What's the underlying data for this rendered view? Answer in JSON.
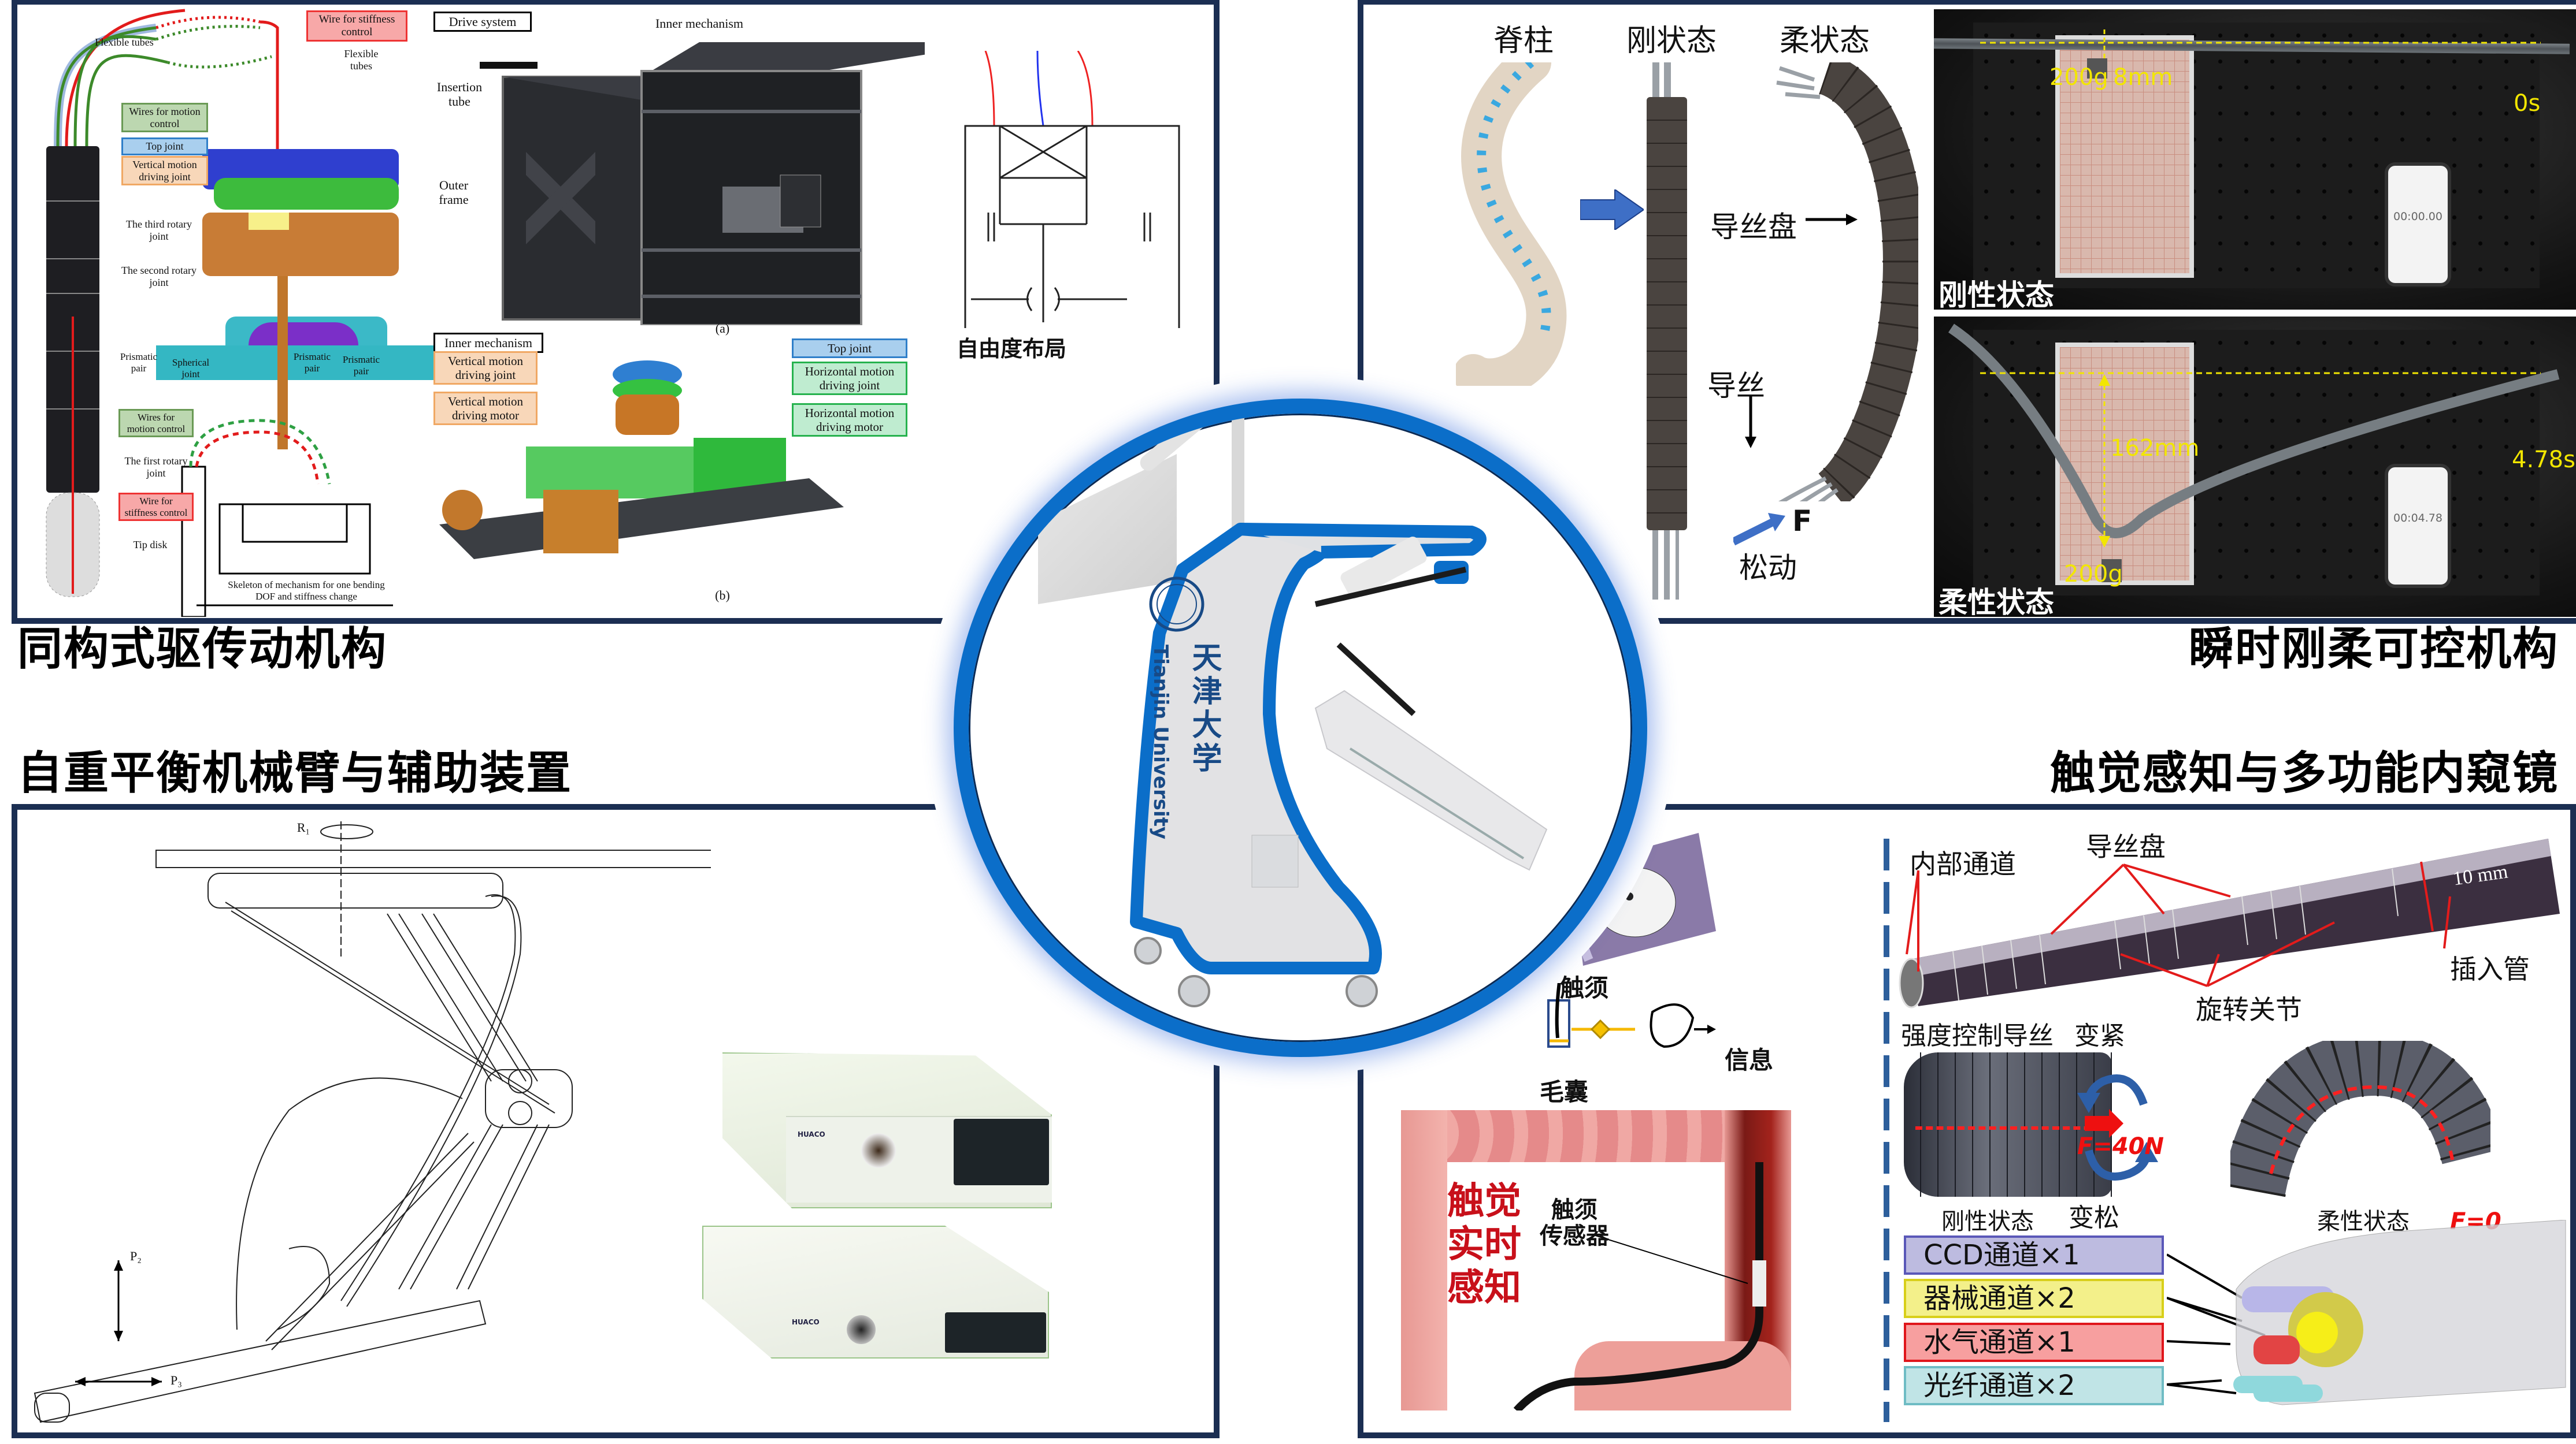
{
  "sections": {
    "top_left_title": "同构式驱传动机构",
    "top_right_title": "瞬时刚柔可控机构",
    "bottom_left_title": "自重平衡机械臂与辅助装置",
    "bottom_right_title": "触觉感知与多功能内窥镜"
  },
  "colors": {
    "frame": "#1b2e52",
    "accent_blue": "#0b6ec9",
    "annotation_yellow": "#f2e600",
    "alert_red": "#c8101a"
  },
  "panel_tl": {
    "left_diagram": {
      "labels": {
        "wire_stiffness_top": "Wire for stiffness control",
        "flexible_tubes_left": "Flexible tubes",
        "flexible_tubes_right": "Flexible tubes",
        "wires_motion_top": "Wires for motion control",
        "top_joint": "Top joint",
        "vertical_motion_joint": "Vertical motion driving joint",
        "third_rotary": "The third rotary joint",
        "second_rotary": "The second rotary joint",
        "prismatic_pair_1": "Prismatic pair",
        "spherical_joint": "Spherical joint",
        "prismatic_pair_2": "Prismatic pair",
        "prismatic_pair_3": "Prismatic pair",
        "wires_motion_bottom": "Wires for motion control",
        "first_rotary": "The first rotary joint",
        "wire_stiffness_bottom": "Wire for stiffness control",
        "tip_disk": "Tip disk",
        "skeleton_caption": "Skeleton of mechanism for one bending DOF and stiffness change"
      }
    },
    "drive_system": {
      "title": "Drive system",
      "inner_mechanism": "Inner mechanism",
      "insertion_tube": "Insertion tube",
      "outer_frame": "Outer frame",
      "caption_a": "(a)"
    },
    "inner_mechanism": {
      "title": "Inner mechanism",
      "vertical_joint": "Vertical motion driving joint",
      "vertical_motor": "Vertical motion driving motor",
      "top_joint": "Top joint",
      "horizontal_joint": "Horizontal motion driving joint",
      "horizontal_motor": "Horizontal motion driving motor",
      "caption_b": "(b)"
    },
    "dof_caption": "自由度布局"
  },
  "panel_tr": {
    "spine_label": "脊柱",
    "rigid_label": "刚状态",
    "soft_label": "柔状态",
    "guide_disk": "导丝盘",
    "guide_wire": "导丝",
    "force": "F",
    "loosen": "松动",
    "photo_rigid": {
      "mass": "200g",
      "deflection": "8mm",
      "time": "0s",
      "stopwatch": "00:00.00",
      "state": "刚性状态"
    },
    "photo_soft": {
      "mass": "200g",
      "deflection": "162mm",
      "time": "4.78s",
      "stopwatch": "00:04.78",
      "state": "柔性状态"
    }
  },
  "center": {
    "university_cn": "天津大学",
    "university_en": "Tianjin University"
  },
  "panel_bl": {
    "r1": "R₁",
    "p2": "P₂",
    "p3": "P₃",
    "device_brand_1": "HUACO",
    "device_brand_2": "HUACO"
  },
  "panel_br": {
    "whisker": "触须",
    "follicle": "毛囊",
    "info": "信息",
    "tactile_realtime": [
      "触觉",
      "实时",
      "感知"
    ],
    "whisker_sensor": [
      "触须",
      "传感器"
    ],
    "inner_channel": "内部通道",
    "guide_disk": "导丝盘",
    "size": "10 mm",
    "insertion_tube": "插入管",
    "rotary_joint": "旋转关节",
    "stiffness_wire": "强度控制导丝",
    "tighten": "变紧",
    "loosen": "变松",
    "force_40": "F=40N",
    "force_0": "F=0",
    "rigid_state": "刚性状态",
    "soft_state": "柔性状态",
    "channels": [
      {
        "label": "CCD通道×1",
        "color": "#bdbbe0",
        "border": "#5a58b8"
      },
      {
        "label": "器械通道×2",
        "color": "#f3f08a",
        "border": "#d8cf1a"
      },
      {
        "label": "水气通道×1",
        "color": "#f79f9f",
        "border": "#e0161b"
      },
      {
        "label": "光纤通道×2",
        "color": "#c0e4e6",
        "border": "#6fbcc4"
      }
    ]
  }
}
